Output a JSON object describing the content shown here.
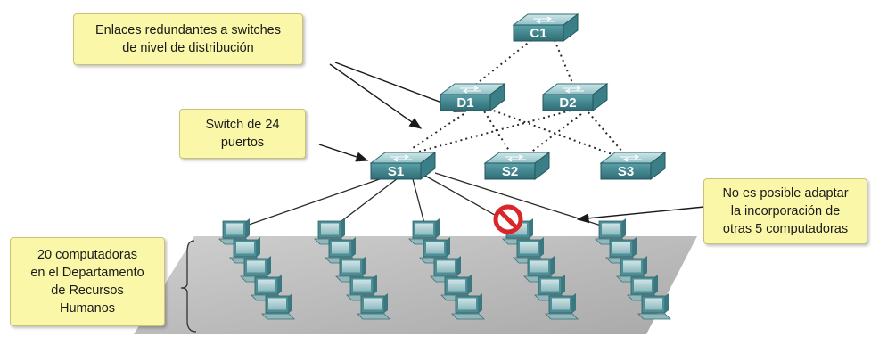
{
  "callouts": {
    "redundant_links": [
      "Enlaces redundantes a switches",
      "de nivel de distribución"
    ],
    "switch_24": [
      "Switch de 24",
      "puertos"
    ],
    "hr_computers": [
      "20 computadoras",
      "en el Departamento",
      "de Recursos",
      "Humanos"
    ],
    "cannot_add": [
      "No es posible adaptar",
      "la incorporación de",
      "otras 5 computadoras"
    ]
  },
  "switches": {
    "core": "C1",
    "dist_1": "D1",
    "dist_2": "D2",
    "access_1": "S1",
    "access_2": "S2",
    "access_3": "S3"
  },
  "hr_computer_count": 20,
  "blocked_computer_count": 5,
  "colors": {
    "callout_bg": "#fbf7a8",
    "switch_body": "#4f9098",
    "prohibit": "#d9262a",
    "floor": "#b8b8b8"
  }
}
